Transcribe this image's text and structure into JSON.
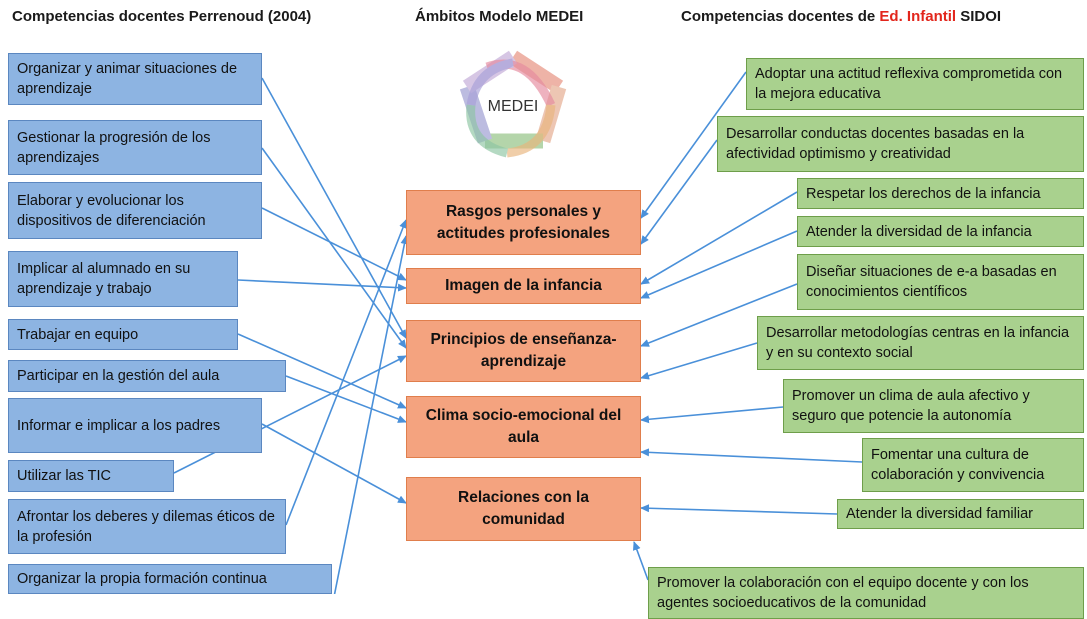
{
  "headers": {
    "left": "Competencias docentes Perrenoud (2004)",
    "center": "Ámbitos Modelo MEDEI",
    "right_prefix": "Competencias docentes de ",
    "right_highlight": "Ed. Infantil",
    "right_suffix": " SIDOI"
  },
  "logo_text": "MEDEI",
  "colors": {
    "blue_box": "#8db4e2",
    "green_box": "#a9d18e",
    "orange_box": "#f4a37f",
    "arrow": "#4a90d9",
    "highlight": "#e2261c"
  },
  "left_items": [
    "Organizar y animar situaciones de aprendizaje",
    "Gestionar la progresión de los aprendizajes",
    "Elaborar y evolucionar los dispositivos de diferenciación",
    "Implicar al alumnado en su aprendizaje y trabajo",
    "Trabajar en equipo",
    "Participar en la gestión del aula",
    "Informar e implicar a los padres",
    "Utilizar las TIC",
    "Afrontar los deberes y dilemas éticos de la profesión",
    "Organizar la propia formación continua"
  ],
  "center_items": [
    "Rasgos personales y actitudes profesionales",
    "Imagen de la infancia",
    "Principios de enseñanza-aprendizaje",
    "Clima socio-emocional del aula",
    "Relaciones con la comunidad"
  ],
  "right_items": [
    "Adoptar una actitud reflexiva comprometida con la mejora educativa",
    "Desarrollar conductas docentes basadas en la afectividad optimismo y creatividad",
    "Respetar los derechos de la infancia",
    "Atender la diversidad de la infancia",
    "Diseñar situaciones de e-a basadas en conocimientos científicos",
    "Desarrollar metodologías centras en la infancia y en su contexto social",
    "Promover un clima de aula afectivo y seguro que potencie la autonomía",
    "Fomentar una cultura de colaboración y convivencia",
    "Atender la diversidad familiar",
    "Promover la colaboración con el equipo docente y con los agentes socioeducativos de la comunidad"
  ]
}
